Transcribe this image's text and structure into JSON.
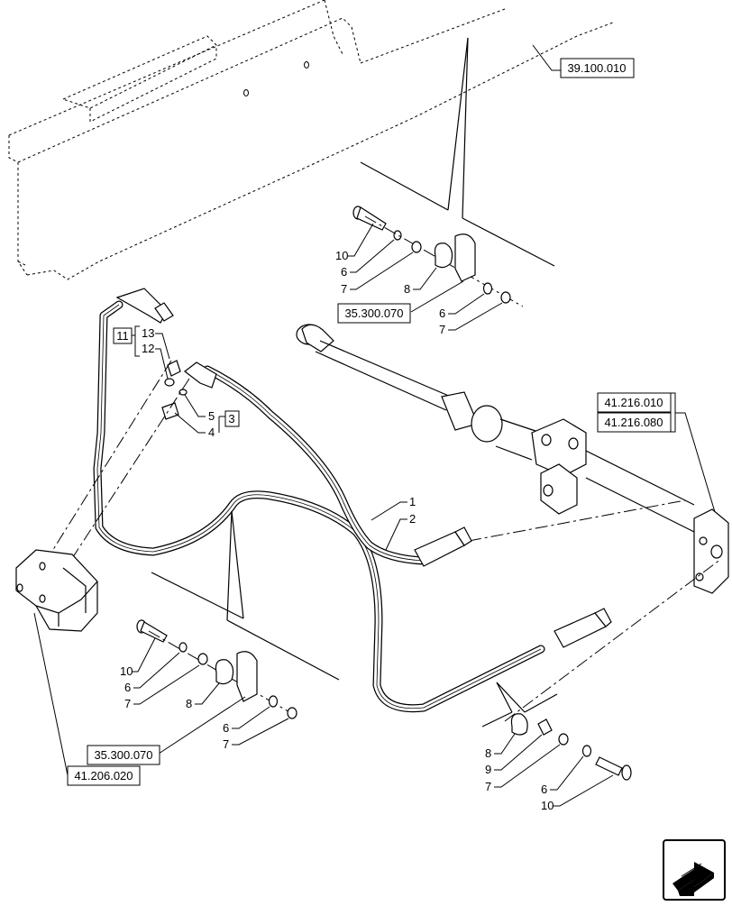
{
  "refs": {
    "r39_100_010": "39.100.010",
    "r35_300_070_a": "35.300.070",
    "r35_300_070_b": "35.300.070",
    "r41_216_010": "41.216.010",
    "r41_216_080": "41.216.080",
    "r41_206_020": "41.206.020"
  },
  "labels": {
    "top_10": "10",
    "top_6": "6",
    "top_7": "7",
    "top_8": "8",
    "top_6b": "6",
    "top_7b": "7",
    "box_11": "11",
    "n13": "13",
    "n12": "12",
    "n5": "5",
    "box_3": "3",
    "n4": "4",
    "n1": "1",
    "n2": "2",
    "bl_10": "10",
    "bl_6": "6",
    "bl_7": "7",
    "bl_8": "8",
    "bl_6b": "6",
    "bl_7b": "7",
    "br_8": "8",
    "br_9": "9",
    "br_7": "7",
    "br_6": "6",
    "br_10": "10"
  },
  "icons": {
    "nav": "next-page-arrow-icon"
  }
}
